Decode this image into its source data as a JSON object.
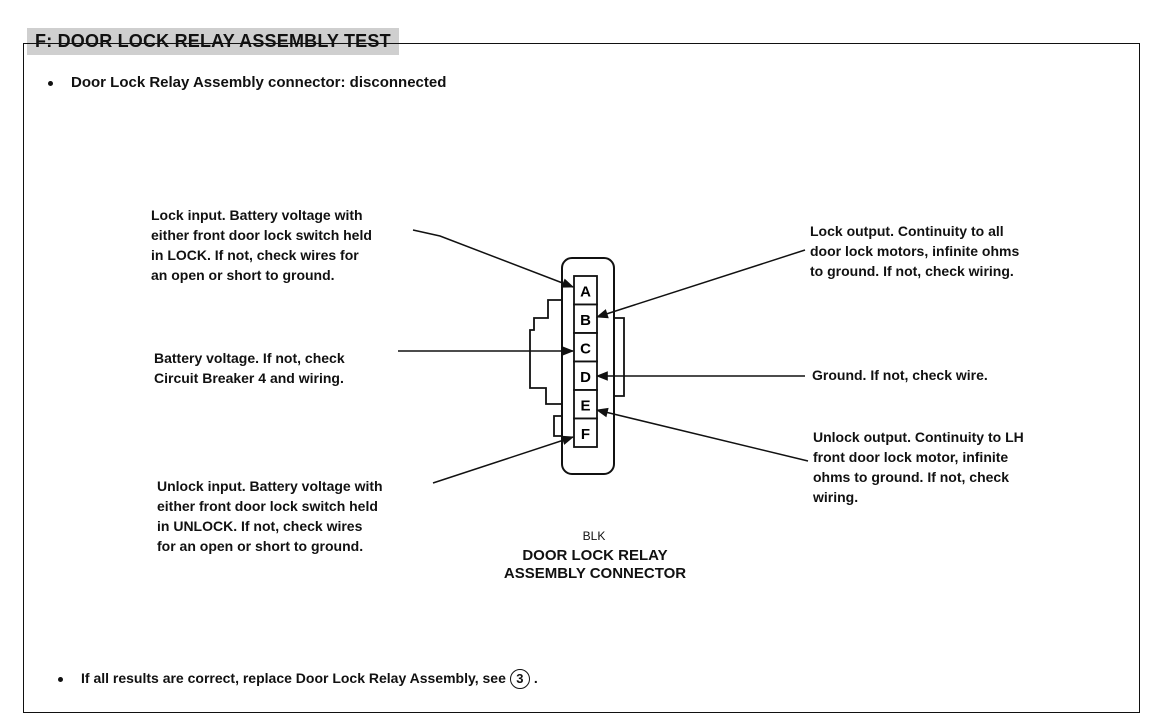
{
  "title": "F: DOOR LOCK RELAY ASSEMBLY TEST",
  "top_note": "Door Lock Relay Assembly connector: disconnected",
  "bottom_note_before": "If all results are correct, replace Door Lock Relay Assembly, see",
  "bottom_note_ref": "3",
  "bottom_note_after": ".",
  "connector": {
    "color_code": "BLK",
    "caption_line1": "DOOR LOCK RELAY",
    "caption_line2": "ASSEMBLY CONNECTOR",
    "pins": [
      "A",
      "B",
      "C",
      "D",
      "E",
      "F"
    ]
  },
  "callouts": {
    "lock_input": [
      "Lock input. Battery voltage with",
      "either front door lock switch held",
      "in LOCK. If not, check wires for",
      "an open or short to ground."
    ],
    "battery": [
      "Battery voltage. If not, check",
      "Circuit Breaker 4 and wiring."
    ],
    "unlock_input": [
      "Unlock input. Battery voltage with",
      "either front door lock switch held",
      "in UNLOCK. If not, check wires",
      "for an open or short to ground."
    ],
    "lock_output": [
      "Lock output. Continuity to all",
      "door lock motors, infinite ohms",
      "to ground. If not, check wiring."
    ],
    "ground": [
      "Ground. If not, check wire."
    ],
    "unlock_output": [
      "Unlock output. Continuity to LH",
      "front door lock motor, infinite",
      "ohms to ground. If not, check",
      "wiring."
    ]
  }
}
